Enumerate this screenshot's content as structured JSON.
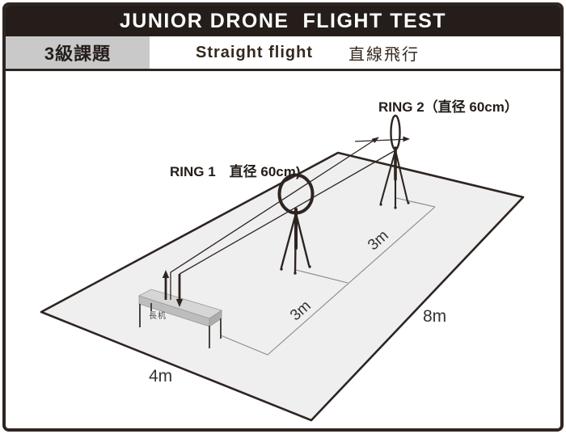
{
  "header": {
    "title": "JUNIOR DRONE  FLIGHT TEST"
  },
  "subheader": {
    "level_label": "3級課題",
    "title_en": "Straight flight",
    "title_ja": "直線飛行"
  },
  "diagram": {
    "ring1_label": "RING 1　直径 60cm)",
    "ring2_label": "RING 2（直径 60cm）",
    "table_label": "長机",
    "dims": {
      "width_label": "4m",
      "length_label": "8m",
      "seg1_label": "3m",
      "seg2_label": "3m"
    }
  },
  "colors": {
    "ink": "#2e2521",
    "header_bg": "#241d1a",
    "level_box_bg": "#c9c9c9",
    "ground_fill": "#efefef",
    "measure_line": "#8a8a8a",
    "table_top": "#d6d6d6",
    "table_front": "#bdbdbd",
    "table_end": "#adadad",
    "text_dark": "#33291f"
  }
}
